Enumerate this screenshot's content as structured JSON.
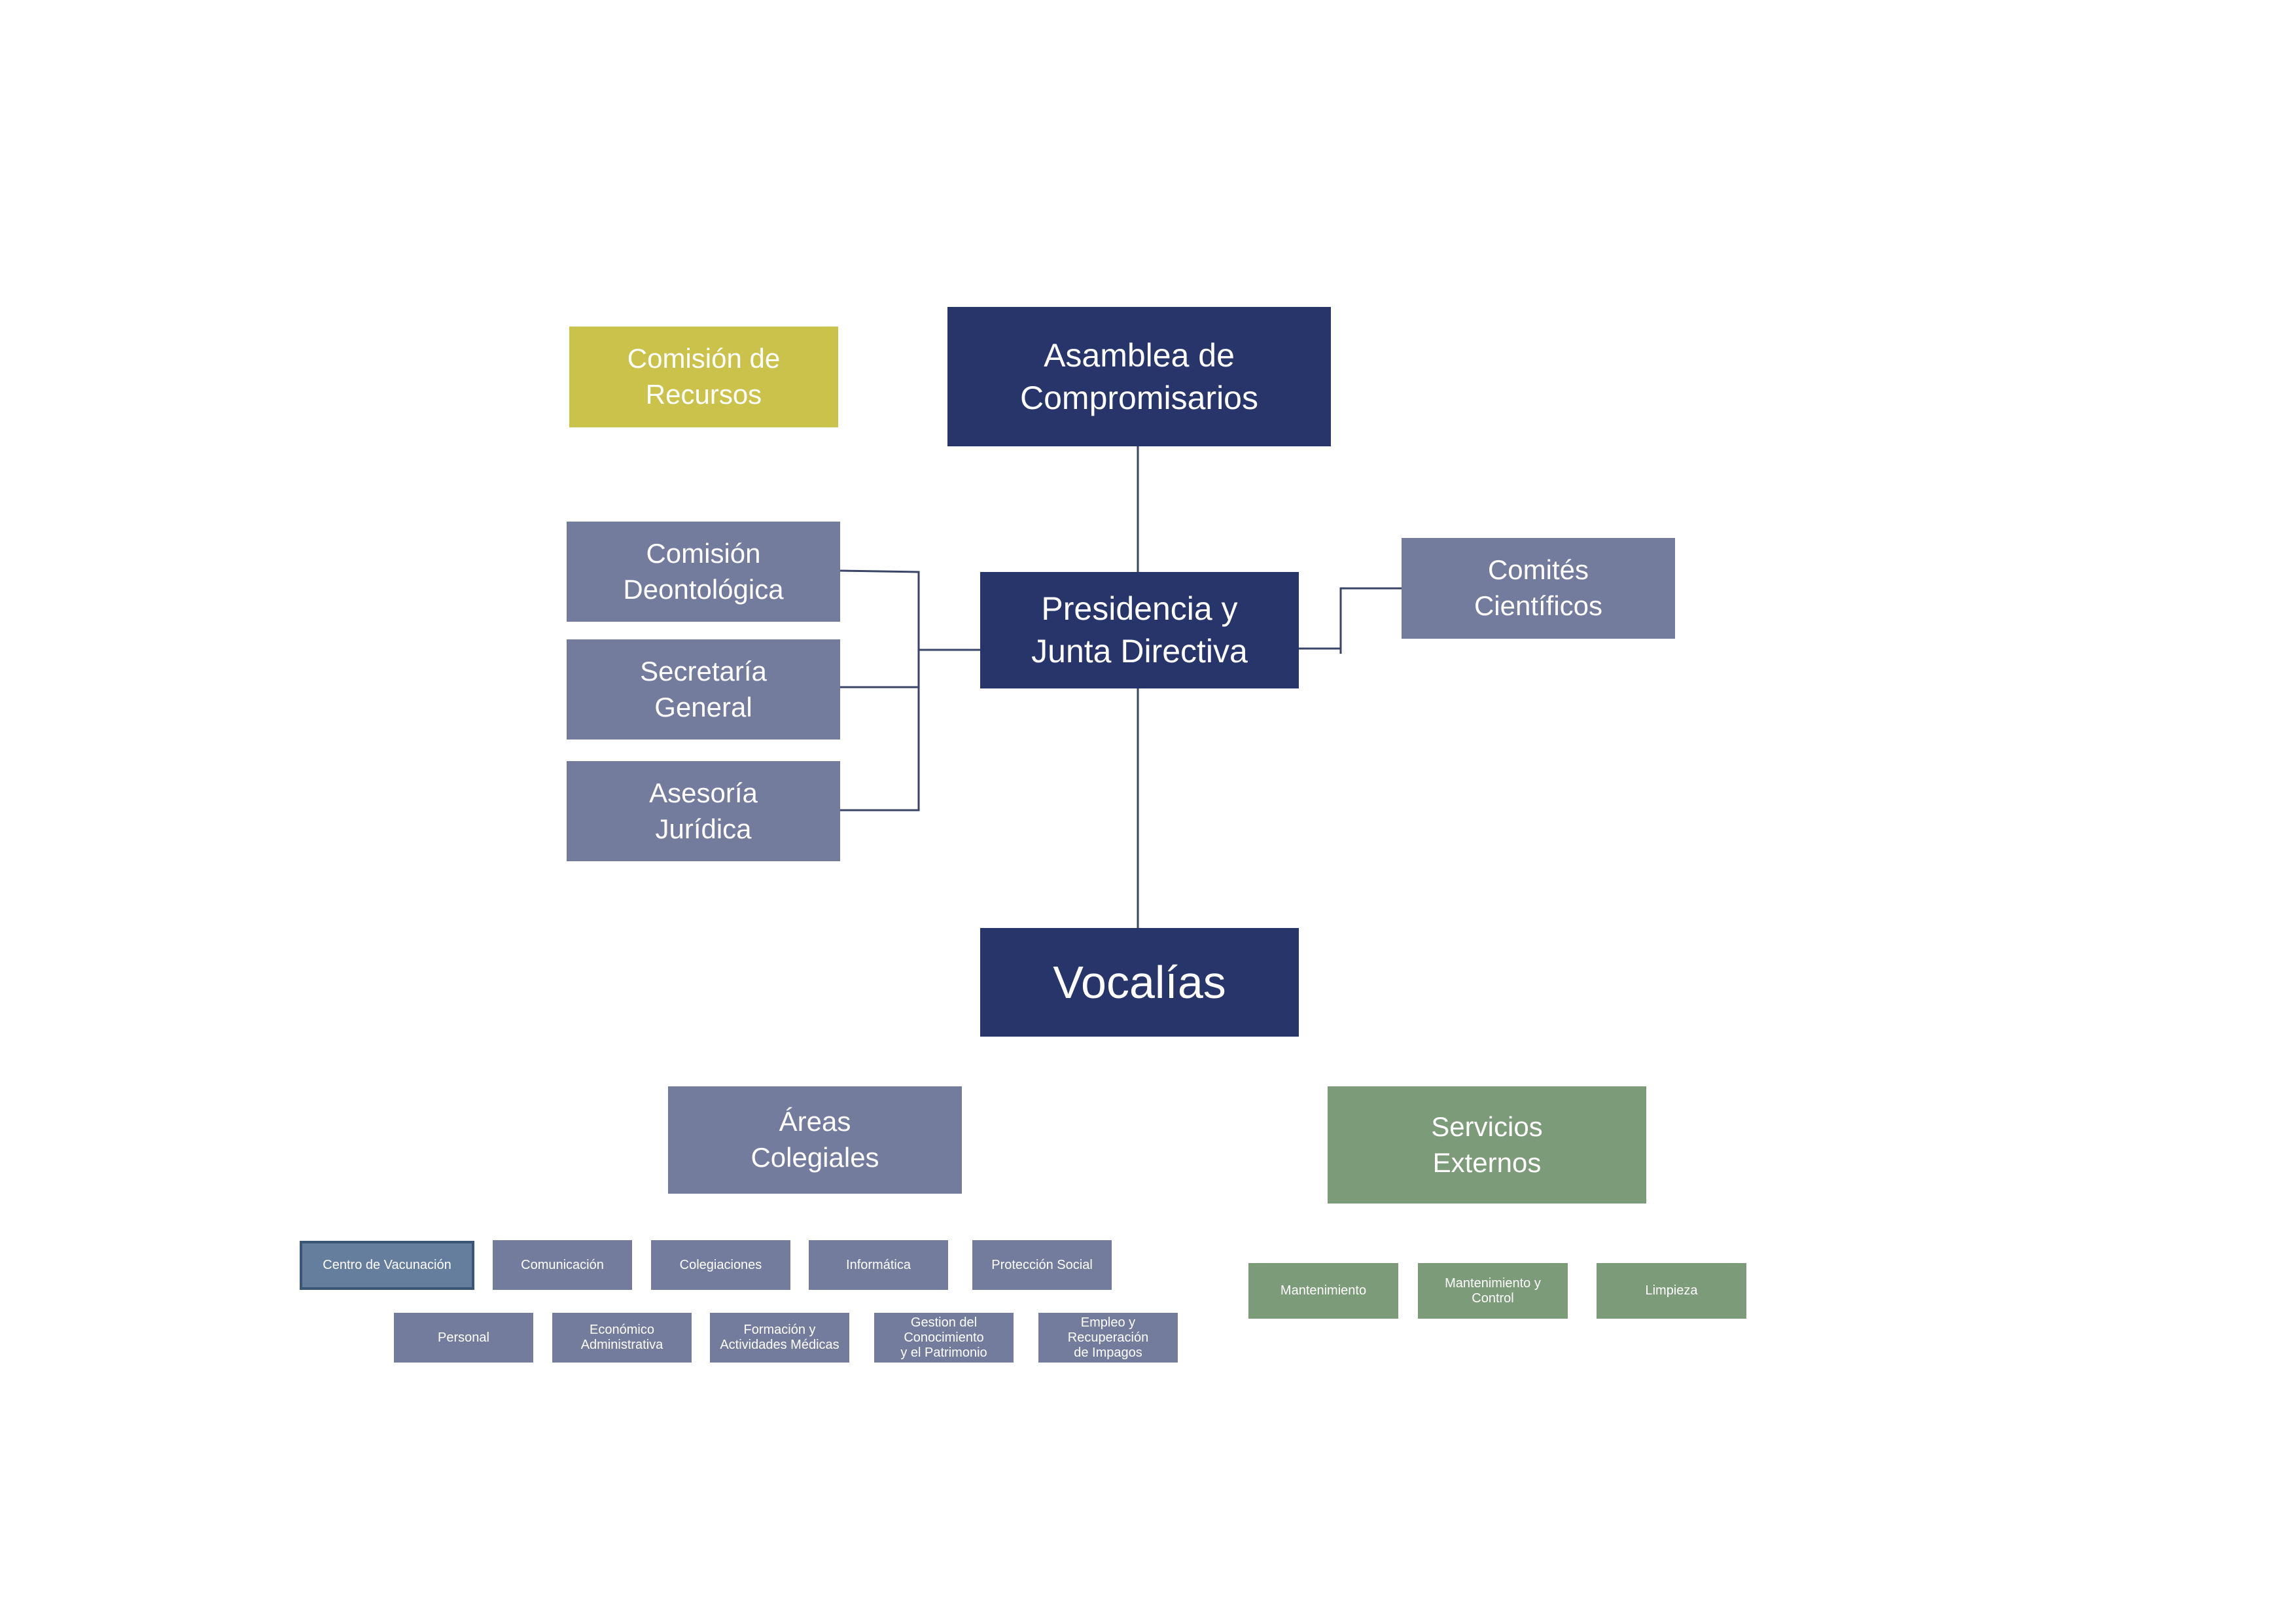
{
  "diagram": {
    "top": {
      "asamblea": "Asamblea de\nCompromisarios",
      "presidencia": "Presidencia  y\nJunta Directiva",
      "vocalias": "Vocalías"
    },
    "left": {
      "comision_recursos": "Comisión de\nRecursos",
      "comision_deontologica": "Comisión\nDeontológica",
      "secretaria_general": "Secretaría\nGeneral",
      "asesoria_juridica": "Asesoría\nJurídica"
    },
    "right": {
      "comites_cientificos": "Comités\nCientíficos"
    },
    "areas": {
      "title": "Áreas\nColegiales",
      "row1": [
        "Centro de Vacunación",
        "Comunicación",
        "Colegiaciones",
        "Informática",
        "Protección Social"
      ],
      "row2": [
        "Personal",
        "Económico\nAdministrativa",
        "Formación y\nActividades Médicas",
        "Gestion del\nConocimiento\ny el Patrimonio",
        "Empleo y\nRecuperación\nde Impagos"
      ]
    },
    "servicios": {
      "title": "Servicios\nExternos",
      "items": [
        "Mantenimiento",
        "Mantenimiento y\nControl",
        "Limpieza"
      ]
    },
    "colors": {
      "navy": "#27356a",
      "slate": "#737c9c",
      "olive": "#cbc24c",
      "green": "#7c9b78",
      "steel": "#667e9e"
    }
  }
}
